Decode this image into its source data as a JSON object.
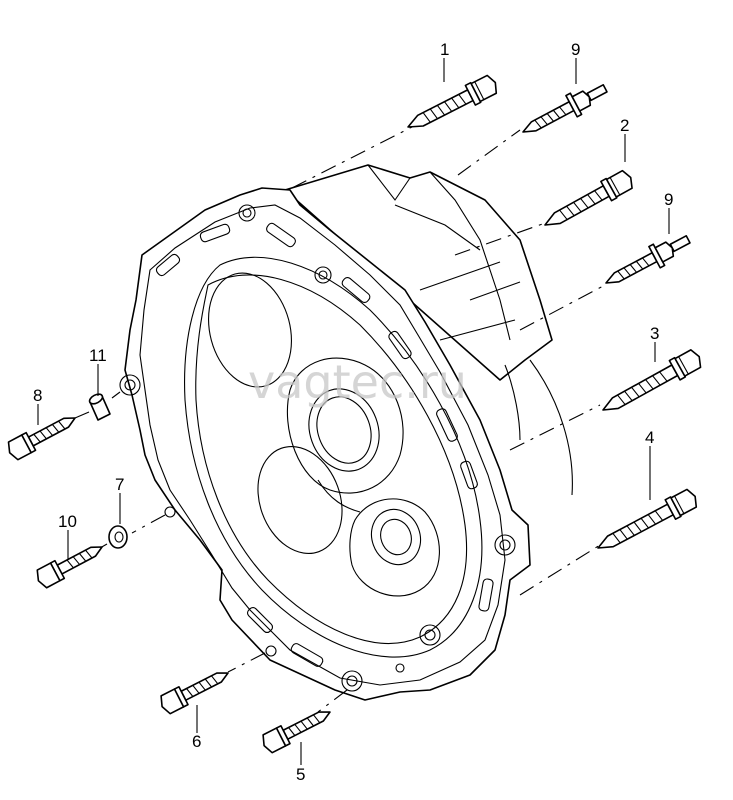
{
  "watermark": "vagtec.ru",
  "callouts": {
    "c1": "1",
    "c2": "2",
    "c3": "3",
    "c4": "4",
    "c5": "5",
    "c6": "6",
    "c7": "7",
    "c8": "8",
    "c9a": "9",
    "c9b": "9",
    "c10": "10",
    "c11": "11"
  }
}
